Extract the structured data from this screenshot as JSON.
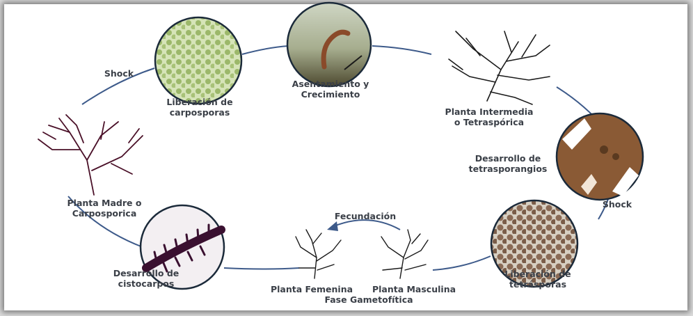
{
  "labels": {
    "liberacion_carposporas": "Liberación de\ncarposporas",
    "asentamiento": "Asentamiento y\nCrecimiento",
    "planta_intermedia": "Planta Intermedia\no Tetraspórica",
    "desarrollo_tetrasporangios": "Desarrollo de\ntetrasporangios",
    "shock_right": "Shock",
    "liberacion_tetrasporas": "Liberación de\ntetrásporas",
    "fecundacion": "Fecundación",
    "planta_femenina": "Planta Femenina",
    "planta_masculina": "Planta Masculina",
    "fase_gametofitica": "Fase Gametofítica",
    "desarrollo_cistocarpos": "Desarrollo de\ncistocarpos",
    "planta_madre": "Planta Madre o\nCarposporica",
    "shock_left": "Shock"
  },
  "colors": {
    "cycle_line": "#3d5a8a",
    "text": "#3a3f47",
    "plant_dark": "#1a1a1a",
    "plant_red": "#5a1030"
  }
}
